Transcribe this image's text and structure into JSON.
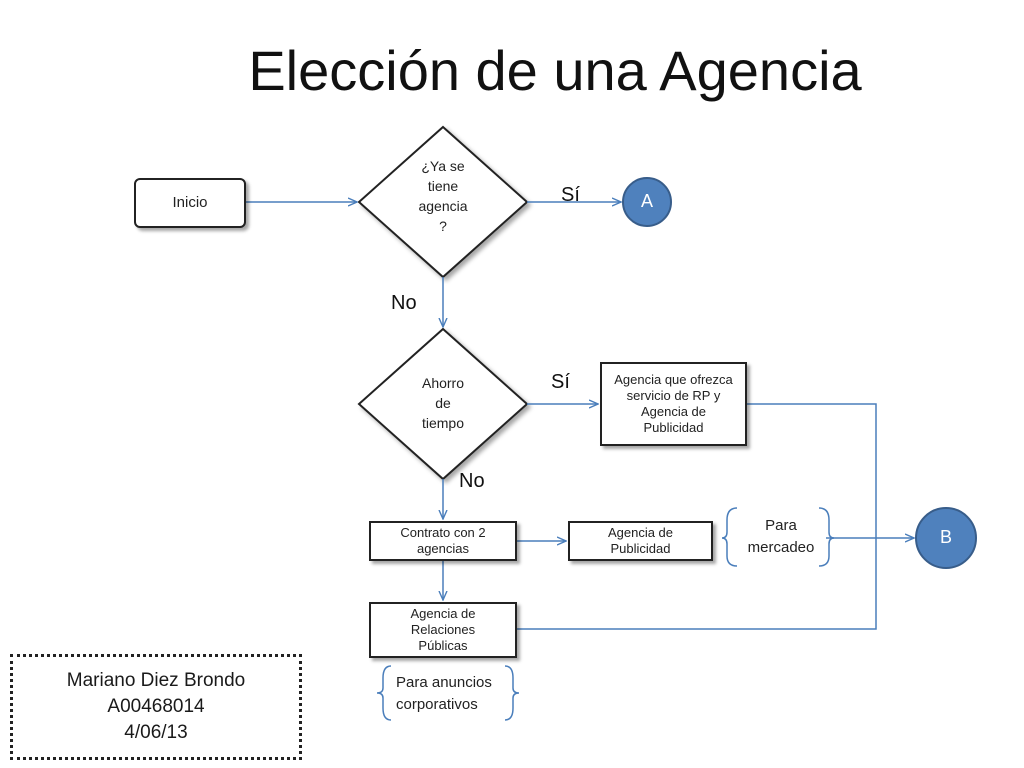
{
  "title": "Elección de una Agencia",
  "nodes": {
    "inicio": "Inicio",
    "ya_se_tiene": "¿Ya se\ntiene\nagencia\n?",
    "connector_a": "A",
    "ahorro": "Ahorro\nde\ntiempo",
    "agencia_rp_pub": "Agencia que ofrezca servicio de RP y Agencia de Publicidad",
    "contrato": "Contrato con 2 agencias",
    "agencia_publicidad": "Agencia de Publicidad",
    "agencia_rp": "Agencia de Relaciones Públicas",
    "connector_b": "B"
  },
  "edge_labels": {
    "si_1": "Sí",
    "no_1": "No",
    "si_2": "Sí",
    "no_2": "No"
  },
  "notes": {
    "para_mercadeo": "Para mercadeo",
    "para_anuncios": "Para anuncios corporativos"
  },
  "author": {
    "name": "Mariano Diez Brondo",
    "id": "A00468014",
    "date": "4/06/13"
  },
  "colors": {
    "connector_fill": "#4f81bd",
    "connector_stroke": "#385d8a",
    "edge": "#4a7ebb"
  }
}
